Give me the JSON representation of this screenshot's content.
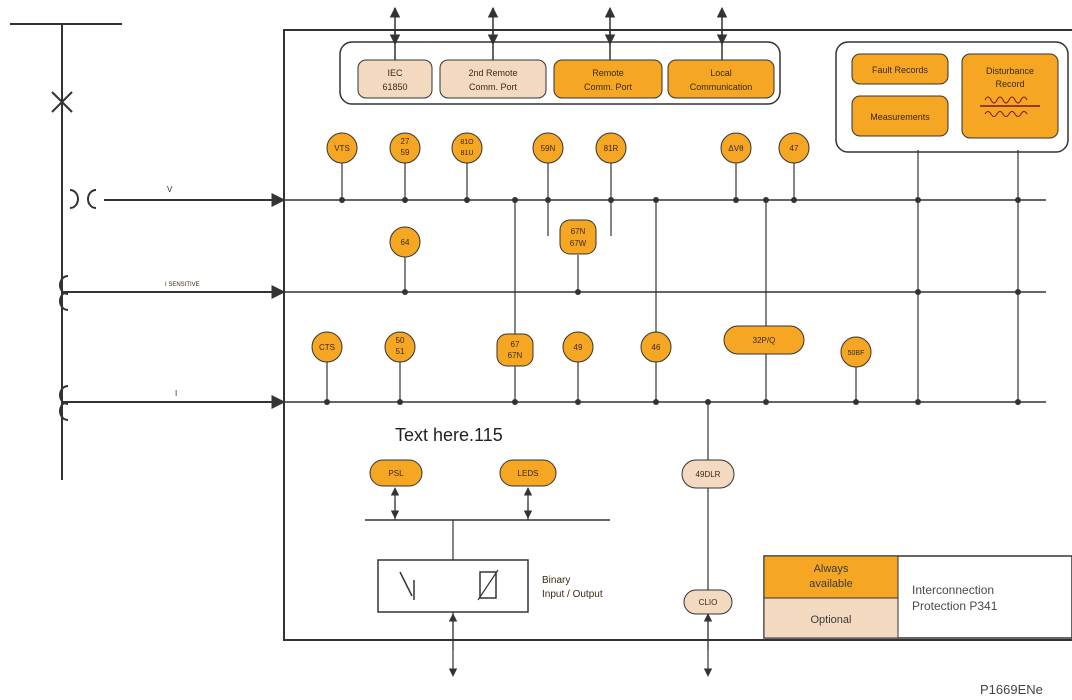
{
  "comms": {
    "iec": [
      "IEC",
      "61850"
    ],
    "remote2": [
      "2nd Remote",
      "Comm. Port"
    ],
    "remote": [
      "Remote",
      "Comm. Port"
    ],
    "local": [
      "Local",
      "Communication"
    ]
  },
  "records": {
    "fault": "Fault Records",
    "measurements": "Measurements",
    "disturbance": [
      "Disturbance",
      "Record"
    ]
  },
  "signals": {
    "v": "V",
    "isensitive": "I SENSITIVE",
    "i": "I"
  },
  "functions": {
    "vts": "VTS",
    "f27_59": [
      "27",
      "59"
    ],
    "f81": [
      "81O",
      "81U"
    ],
    "f59n": "59N",
    "f81r": "81R",
    "dvg": "ΔVθ",
    "f47": "47",
    "f64": "64",
    "f67nw": [
      "67N",
      "67W"
    ],
    "cts": "CTS",
    "f50_51": [
      "50",
      "51"
    ],
    "f67": [
      "67",
      "67N"
    ],
    "f49": "49",
    "f46": "46",
    "f32pq": "32P/Q",
    "cbf": "50BF",
    "psl": "PSL",
    "leds": "LEDS",
    "f49dlr": "49DLR",
    "clio": "CLIO"
  },
  "binary": [
    "Binary",
    "Input / Output"
  ],
  "legend": {
    "always": [
      "Always",
      "available"
    ],
    "optional": "Optional",
    "product": [
      "Interconnection",
      "Protection P341"
    ]
  },
  "note": "Text here.115",
  "ref": "P1669ENe",
  "colors": {
    "always": "#f5a623",
    "optional": "#f3d9bf",
    "line": "#333333"
  }
}
